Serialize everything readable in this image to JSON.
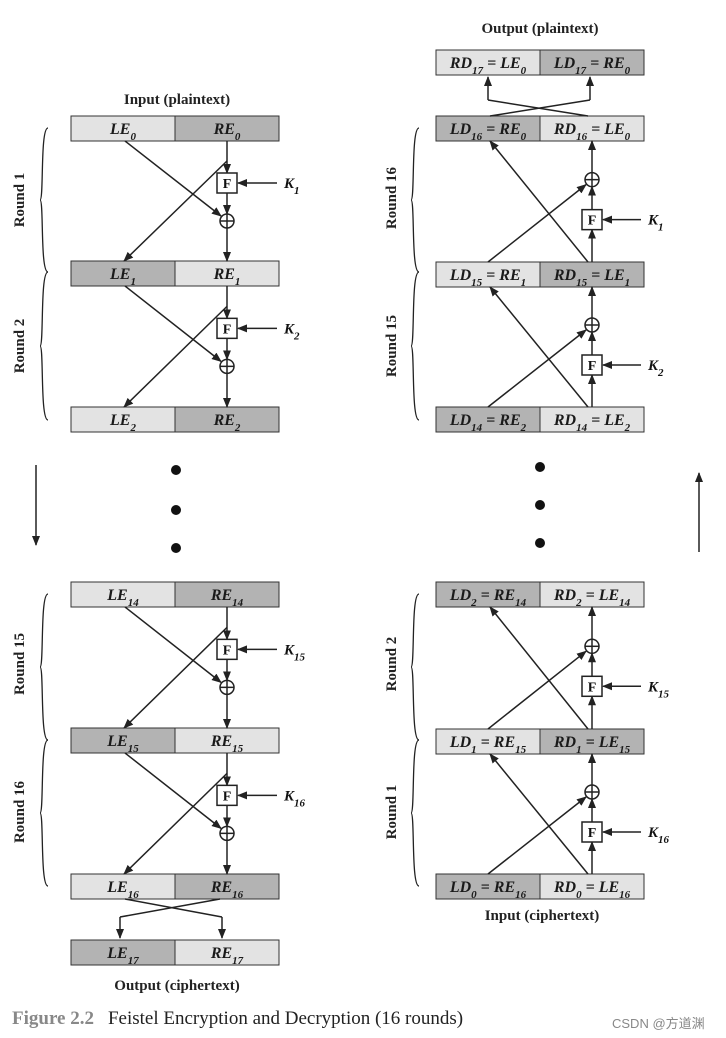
{
  "left": {
    "input_label": "Input (plaintext)",
    "output_label": "Output (ciphertext)",
    "rows": [
      {
        "l": "LE",
        "ls": "0",
        "r": "RE",
        "rs": "0"
      },
      {
        "l": "LE",
        "ls": "1",
        "r": "RE",
        "rs": "1"
      },
      {
        "l": "LE",
        "ls": "2",
        "r": "RE",
        "rs": "2"
      },
      {
        "l": "LE",
        "ls": "14",
        "r": "RE",
        "rs": "14"
      },
      {
        "l": "LE",
        "ls": "15",
        "r": "RE",
        "rs": "15"
      },
      {
        "l": "LE",
        "ls": "16",
        "r": "RE",
        "rs": "16"
      },
      {
        "l": "LE",
        "ls": "17",
        "r": "RE",
        "rs": "17"
      }
    ],
    "rounds": [
      "Round 1",
      "Round 2",
      "Round 15",
      "Round 16"
    ],
    "keys": [
      {
        "k": "K",
        "s": "1"
      },
      {
        "k": "K",
        "s": "2"
      },
      {
        "k": "K",
        "s": "15"
      },
      {
        "k": "K",
        "s": "16"
      }
    ]
  },
  "right": {
    "output_label": "Output (plaintext)",
    "input_label": "Input (ciphertext)",
    "rows": [
      {
        "l": "RD",
        "ls": "17",
        "le": "LE",
        "les": "0",
        "r": "LD",
        "rs": "17",
        "re": "RE",
        "res": "0"
      },
      {
        "l": "LD",
        "ls": "16",
        "le": "RE",
        "les": "0",
        "r": "RD",
        "rs": "16",
        "re": "LE",
        "res": "0"
      },
      {
        "l": "LD",
        "ls": "15",
        "le": "RE",
        "les": "1",
        "r": "RD",
        "rs": "15",
        "re": "LE",
        "res": "1"
      },
      {
        "l": "LD",
        "ls": "14",
        "le": "RE",
        "les": "2",
        "r": "RD",
        "rs": "14",
        "re": "LE",
        "res": "2"
      },
      {
        "l": "LD",
        "ls": "2",
        "le": "RE",
        "les": "14",
        "r": "RD",
        "rs": "2",
        "re": "LE",
        "res": "14"
      },
      {
        "l": "LD",
        "ls": "1",
        "le": "RE",
        "les": "15",
        "r": "RD",
        "rs": "1",
        "re": "LE",
        "res": "15"
      },
      {
        "l": "LD",
        "ls": "0",
        "le": "RE",
        "les": "16",
        "r": "RD",
        "rs": "0",
        "re": "LE",
        "res": "16"
      }
    ],
    "rounds": [
      "Round 16",
      "Round 15",
      "Round 2",
      "Round 1"
    ],
    "keys": [
      {
        "k": "K",
        "s": "1"
      },
      {
        "k": "K",
        "s": "2"
      },
      {
        "k": "K",
        "s": "15"
      },
      {
        "k": "K",
        "s": "16"
      }
    ]
  },
  "f_label": "F",
  "caption": {
    "figure": "Figure 2.2",
    "text": "Feistel Encryption and Decryption (16 rounds)"
  },
  "watermark": "CSDN @方道渊",
  "colors": {
    "dark_box": "#b3b3b3",
    "light_box": "#e3e3e3",
    "stroke": "#333333"
  }
}
